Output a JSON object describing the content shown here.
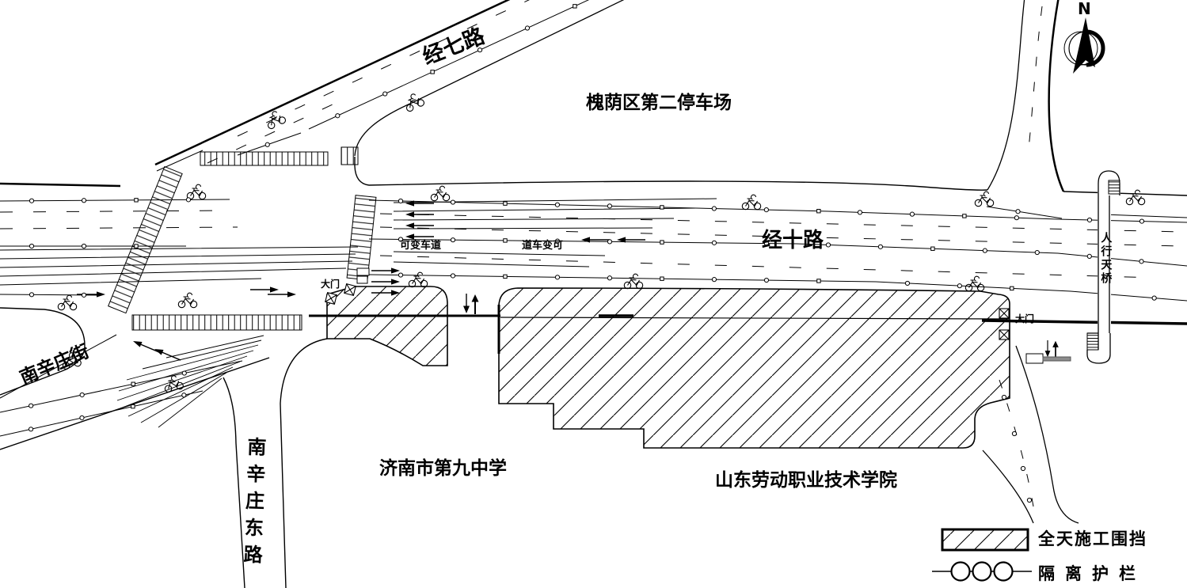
{
  "map": {
    "roads": {
      "jingqi_road": "经七路",
      "jingshi_road": "经十路",
      "nanxinzhuang_street": "南辛庄街",
      "nanxinzhuang_east_road": "南辛庄东路",
      "pedestrian_bridge": "人行天桥"
    },
    "places": {
      "parking_lot": "槐荫区第二停车场",
      "school": "济南市第九中学",
      "college": "山东劳动职业技术学院"
    },
    "lane_markings": {
      "variable_lane_west": "可变车道",
      "variable_lane_east": "道车变可"
    },
    "gates": {
      "left_gate": "大门",
      "right_gate": "大门"
    },
    "compass": {
      "north_label": "N"
    }
  },
  "legend": {
    "items": [
      {
        "symbol": "hatched-rect",
        "label": "全天施工围挡"
      },
      {
        "symbol": "barrier-line",
        "label": "隔离护栏"
      }
    ]
  },
  "colors": {
    "ink": "#000000",
    "paper": "#ffffff",
    "sign_gray": "#8c8c8c"
  }
}
